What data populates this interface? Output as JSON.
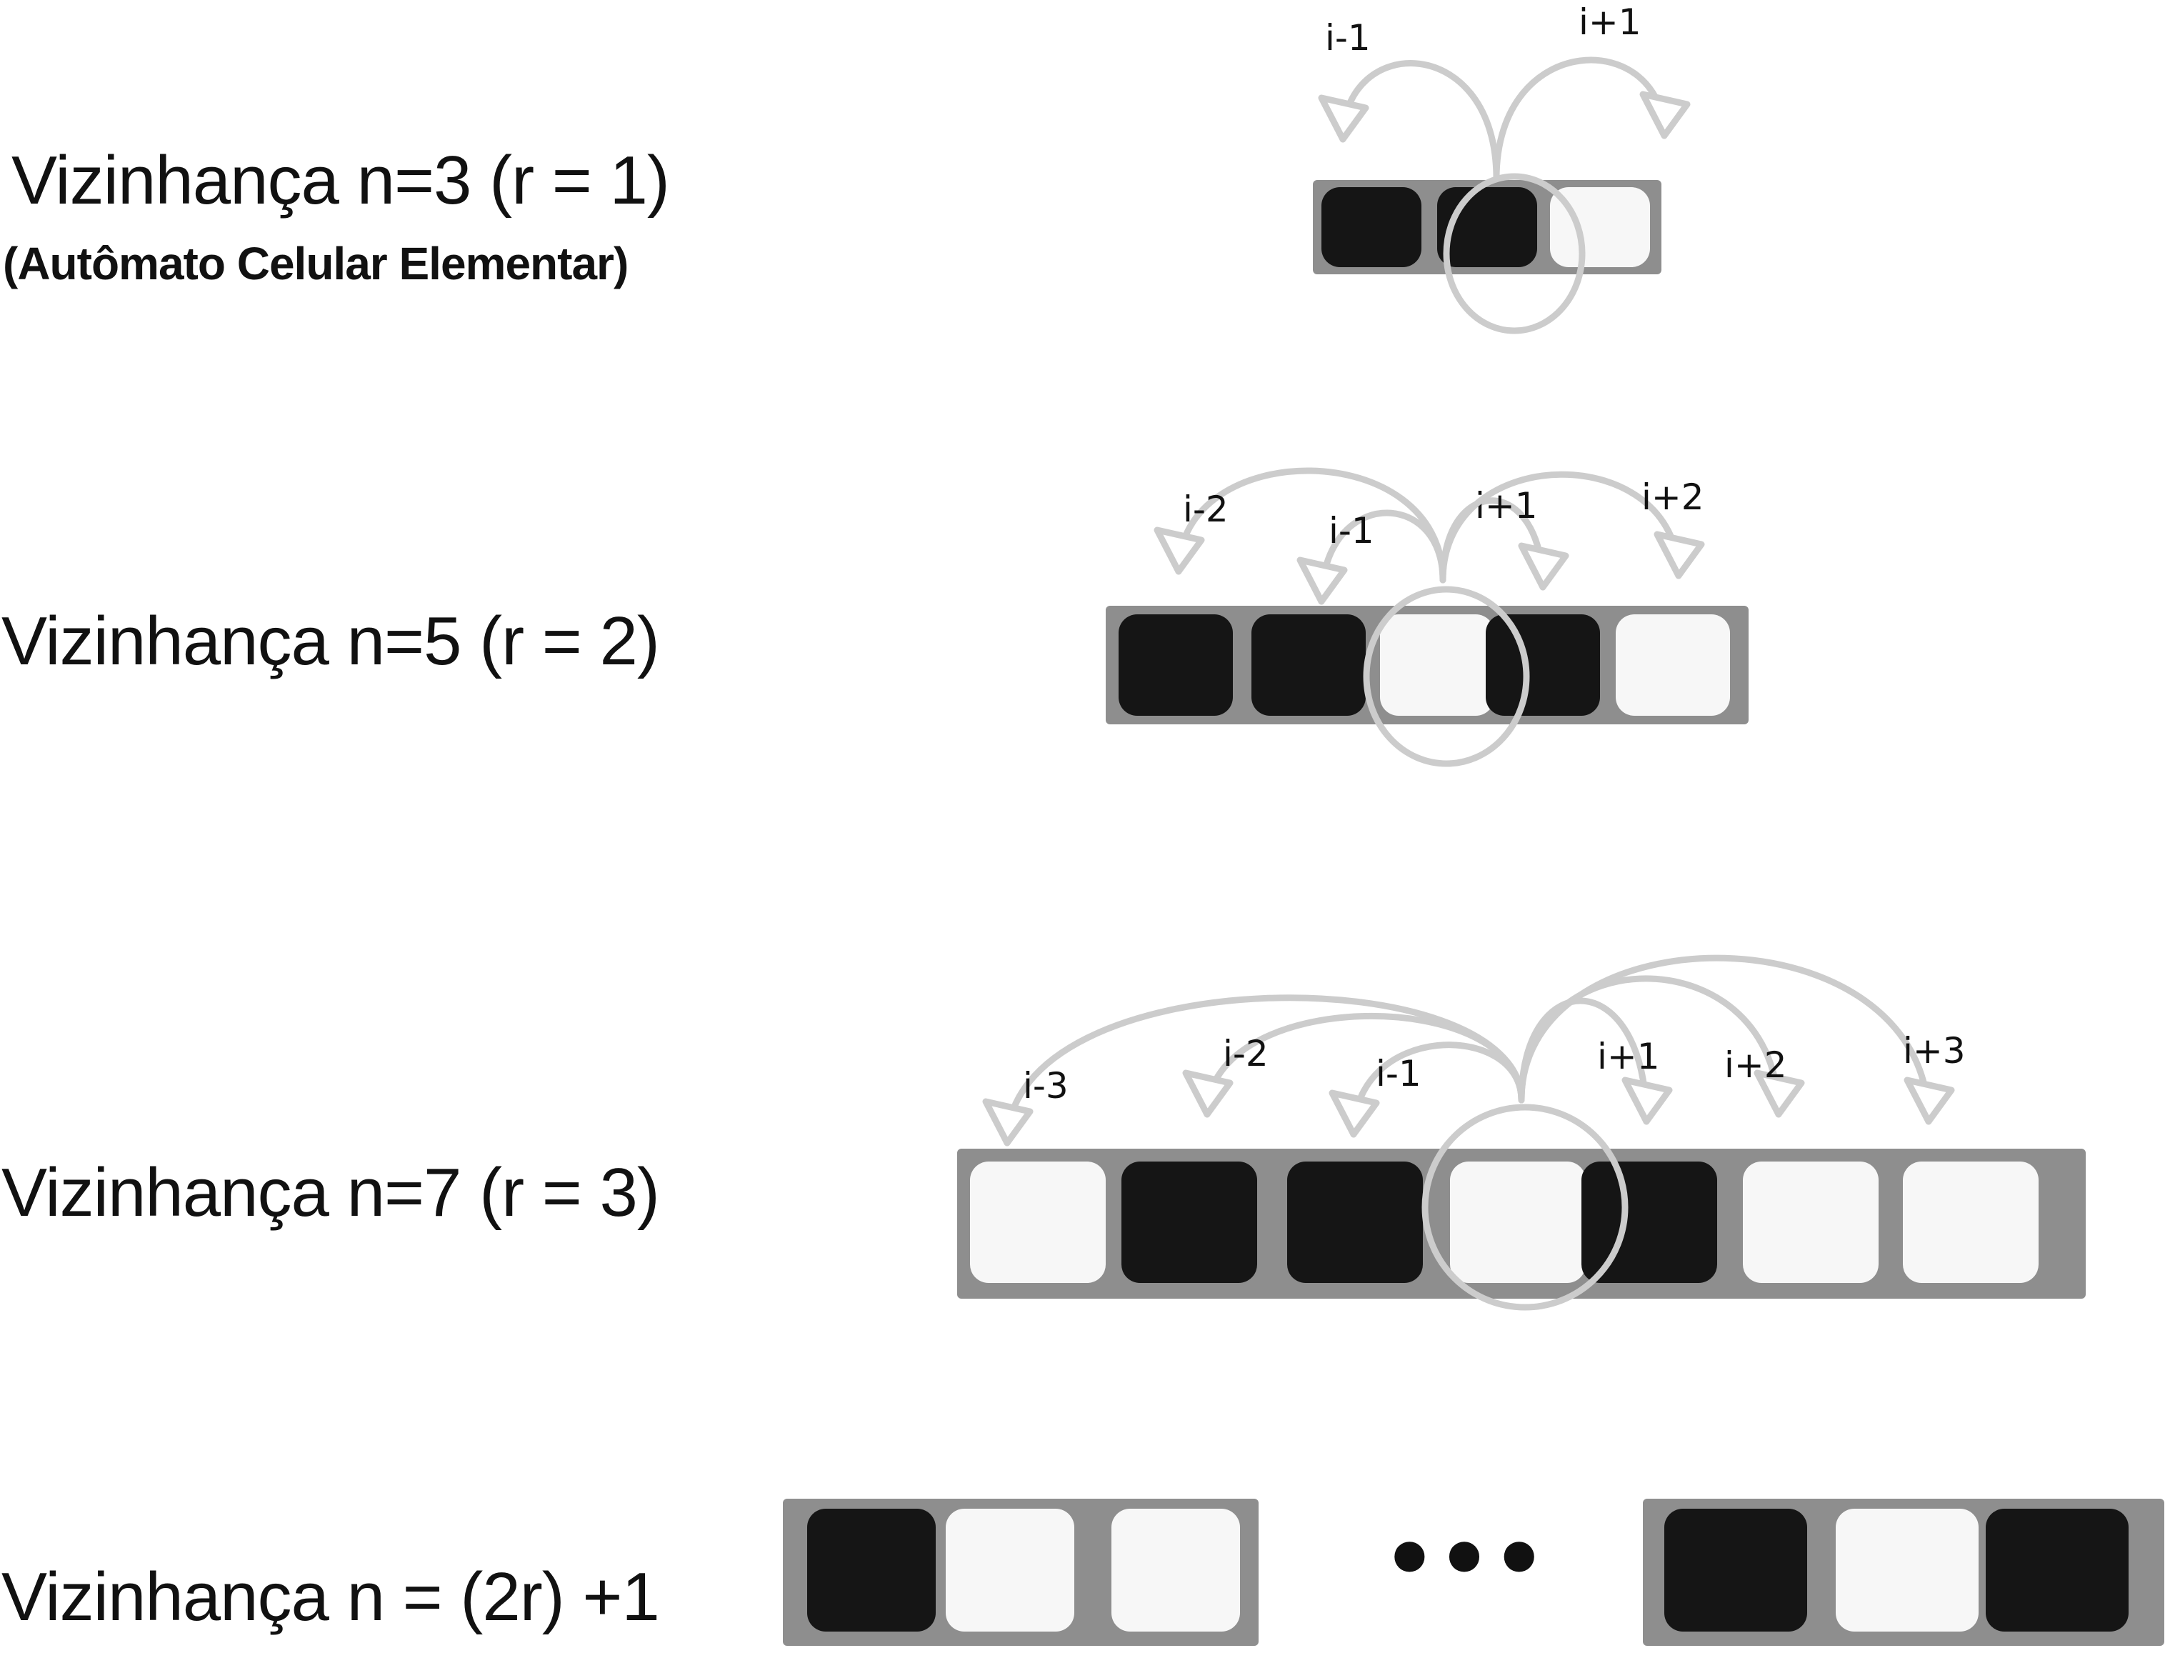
{
  "rows": [
    {
      "title": "Vizinhança n=3 (r = 1)",
      "subtitle": "(Autômato Celular Elementar)",
      "cells": [
        "black",
        "black",
        "white"
      ],
      "offsets": [
        "i-1",
        "i+1"
      ]
    },
    {
      "title": "Vizinhança n=5 (r = 2)",
      "cells": [
        "black",
        "black",
        "white",
        "black",
        "white"
      ],
      "offsets": [
        "i-2",
        "i-1",
        "i+1",
        "i+2"
      ]
    },
    {
      "title": "Vizinhança n=7 (r = 3)",
      "cells": [
        "white",
        "black",
        "black",
        "white",
        "black",
        "white",
        "white"
      ],
      "offsets": [
        "i-3",
        "i-2",
        "i-1",
        "i+1",
        "i+2",
        "i+3"
      ]
    },
    {
      "title": "Vizinhança n = (2r) +1",
      "cells_left": [
        "black",
        "white",
        "white"
      ],
      "ellipsis": "•••",
      "cells_right": [
        "black",
        "white",
        "black"
      ]
    }
  ],
  "colors": {
    "strip": "#8e8e8e",
    "cell_black": "#151515",
    "cell_white": "#f7f7f7",
    "arrow": "#cccccc",
    "text": "#111111"
  }
}
